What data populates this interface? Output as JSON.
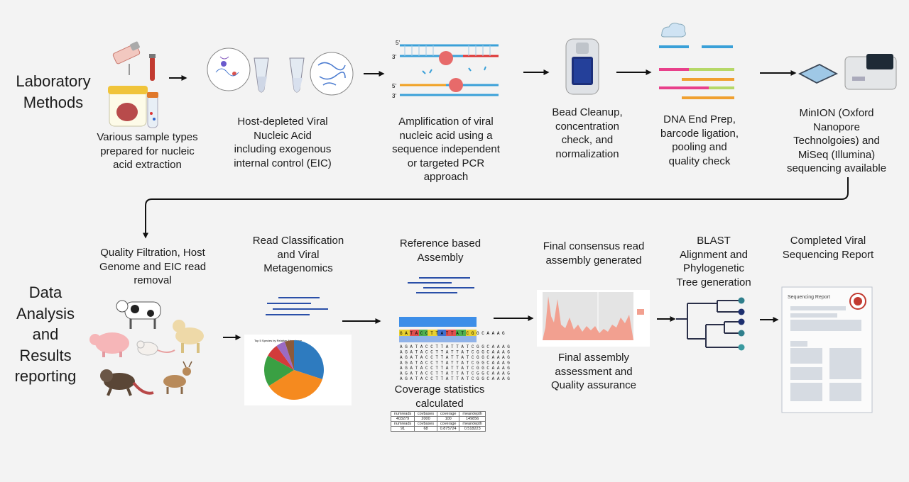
{
  "sections": {
    "lab": {
      "lines": [
        "Laboratory",
        "Methods"
      ]
    },
    "data": {
      "lines": [
        "Data",
        "Analysis",
        "and",
        "Results",
        "reporting"
      ]
    }
  },
  "steps": {
    "samples": {
      "lines": [
        "Various sample types",
        "prepared for nucleic",
        "acid extraction"
      ]
    },
    "host_depleted": {
      "lines": [
        "Host-depleted Viral",
        "Nucleic Acid",
        "including exogenous",
        "internal control (EIC)"
      ]
    },
    "amplification": {
      "lines": [
        "Amplification of viral",
        "nucleic acid using a",
        "sequence independent",
        "or targeted PCR",
        "approach"
      ]
    },
    "bead_cleanup": {
      "lines": [
        "Bead Cleanup,",
        "concentration",
        "check, and",
        "normalization"
      ]
    },
    "end_prep": {
      "lines": [
        "DNA End Prep,",
        "barcode ligation,",
        "pooling and",
        "quality check"
      ]
    },
    "sequencing": {
      "lines": [
        "MinION (Oxford",
        "Nanopore",
        "Technolgoies) and",
        "MiSeq (Illumina)",
        "sequencing available"
      ]
    },
    "quality_filtration": {
      "lines": [
        "Quality Filtration, Host",
        "Genome and EIC read",
        "removal"
      ]
    },
    "read_classification": {
      "lines": [
        "Read Classification",
        "and Viral",
        "Metagenomics"
      ]
    },
    "reference_assembly": {
      "lines": [
        "Reference based",
        "Assembly"
      ]
    },
    "coverage": {
      "lines": [
        "Coverage statistics",
        "calculated"
      ]
    },
    "consensus": {
      "lines": [
        "Final consensus read",
        "assembly generated"
      ]
    },
    "final_assessment": {
      "lines": [
        "Final assembly",
        "assessment and",
        "Quality assurance"
      ]
    },
    "blast": {
      "lines": [
        "BLAST",
        "Alignment and",
        "Phylogenetic",
        "Tree generation"
      ]
    },
    "report": {
      "lines": [
        "Completed Viral",
        "Sequencing Report"
      ]
    }
  },
  "coverage_table": {
    "rows": [
      [
        "numreads",
        "covbases",
        "coverage",
        "meandepth"
      ],
      [
        "403279",
        "2000",
        "100",
        "149856"
      ],
      [
        "numreads",
        "covbases",
        "coverage",
        "meandepth"
      ],
      [
        "91",
        "68",
        "0.875724",
        "0.518223"
      ]
    ]
  },
  "report_card": {
    "title": "Sequencing Report"
  },
  "pie_chart": {
    "title": "Top 5 Species by Relative Abundance",
    "slices": [
      {
        "share": 0.3,
        "color": "#2e7bbf"
      },
      {
        "share": 0.36,
        "color": "#f58a1f"
      },
      {
        "share": 0.17,
        "color": "#3aa043"
      },
      {
        "share": 0.07,
        "color": "#d33b3b"
      },
      {
        "share": 0.05,
        "color": "#9b6bc4"
      },
      {
        "share": 0.05,
        "color": "#8c5a3c"
      }
    ]
  },
  "sequence_panel": {
    "reference_row": "G A T A C C T T A T T A T C G G C A A A G",
    "read_row": "A G A T A C C T T A T T A T C G G C A A A G"
  },
  "colors": {
    "arrow": "#111111",
    "tree_node": "#2f7f8c",
    "tree_node_dark": "#1d2f6f",
    "coverage_fill": "#f2a090"
  }
}
